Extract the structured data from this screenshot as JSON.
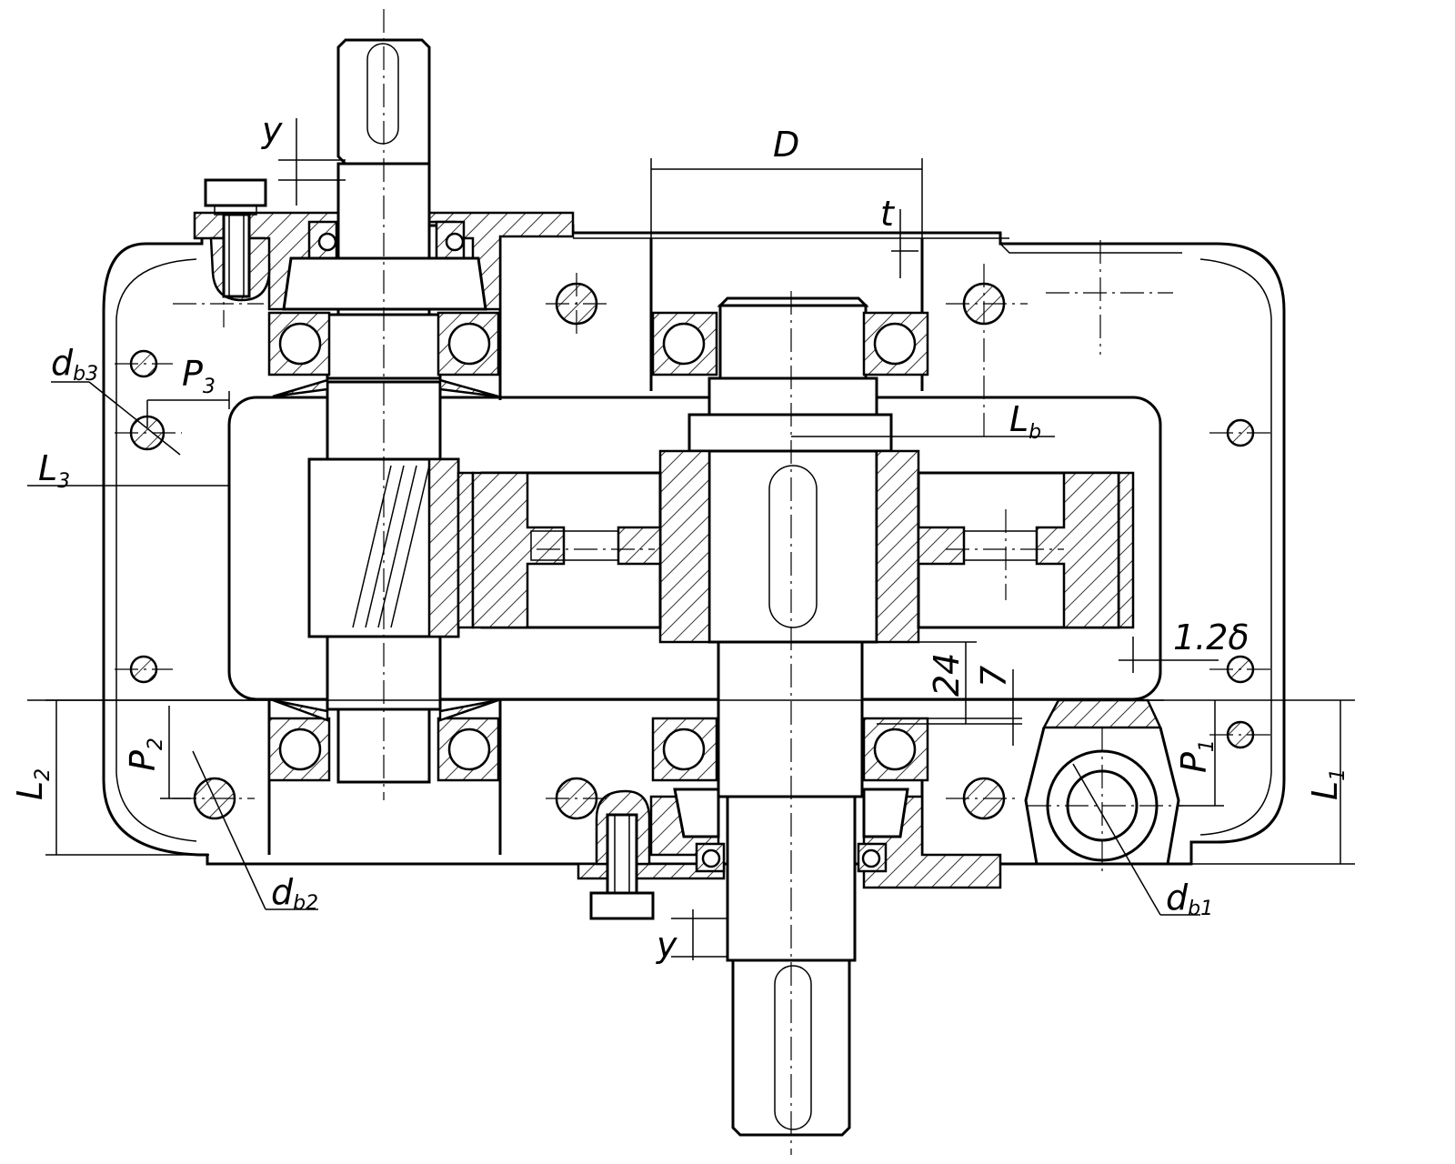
{
  "labels": {
    "D": "D",
    "t": "t",
    "y_top": "y",
    "y_bottom": "y",
    "L_b": "L",
    "L_b_sub": "b",
    "L1": "L",
    "L1_sub": "1",
    "L2": "L",
    "L2_sub": "2",
    "L3": "L",
    "L3_sub": "3",
    "P1": "P",
    "P1_sub": "1",
    "P2": "P",
    "P2_sub": "2",
    "P3": "P",
    "P3_sub": "3",
    "d_b1": "d",
    "d_b1_sub": "b1",
    "d_b2": "d",
    "d_b2_sub": "b2",
    "d_b3": "d",
    "d_b3_sub": "b3",
    "dim_24": "24",
    "dim_7": "7",
    "dim_1_2delta": "1.2δ"
  }
}
